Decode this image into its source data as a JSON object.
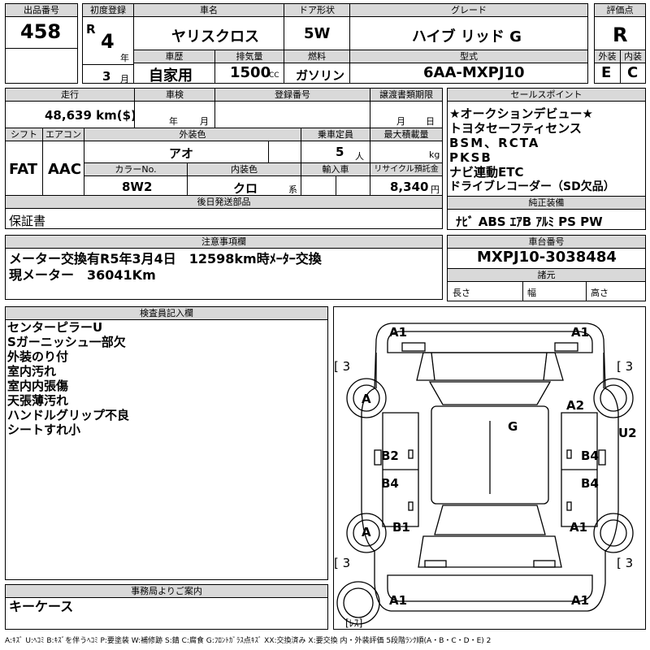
{
  "top": {
    "lot_label": "出品番号",
    "lot_no": "458",
    "first_reg_label": "初度登録",
    "era": "R",
    "reg_year": "4",
    "year_unit": "年",
    "reg_month": "3",
    "month_unit": "月",
    "name_label": "車名",
    "car_name": "ヤリスクロス",
    "door_label": "ドア形状",
    "door": "5W",
    "grade_label": "グレード",
    "grade": "ハイブ リッド G",
    "score_label": "評価点",
    "score": "R",
    "history_label": "車歴",
    "history": "自家用",
    "displacement_label": "排気量",
    "displacement": "1500",
    "cc": "CC",
    "fuel_label": "燃料",
    "fuel": "ガソリン",
    "model_label": "型式",
    "model": "6AA-MXPJ10",
    "ext_label": "外装",
    "ext_score": "E",
    "int_label": "内装",
    "int_score": "C"
  },
  "row2": {
    "mileage_label": "走行",
    "mileage": "48,639 km($)",
    "inspection_label": "車検",
    "insp_year": "年",
    "insp_month": "月",
    "plate_label": "登録番号",
    "transfer_label": "譲渡書類期限",
    "tr_month": "月",
    "tr_day": "日",
    "shift_label": "シフト",
    "shift": "FAT",
    "ac_label": "エアコン",
    "ac": "AAC",
    "color_label": "外装色",
    "color": "アオ",
    "seats_label": "乗車定員",
    "seats": "5",
    "seats_unit": "人",
    "load_label": "最大積載量",
    "load_unit": "kg",
    "colorno_label": "カラーNo.",
    "color_no": "8W2",
    "intcolor_label": "内装色",
    "int_color": "クロ",
    "int_unit": "系",
    "import_label": "輸入車",
    "recycle_label": "リサイクル預託金",
    "recycle": "8,340",
    "yen": "円",
    "later_label": "後日発送部品",
    "later": "保証書"
  },
  "sales": {
    "title": "セールスポイント",
    "lines": [
      "★オークションデビュー★",
      "トヨタセーフティセンス",
      "BSM、RCTA",
      "PKSB",
      "ナビ連動ETC",
      "ドライブレコーダー（SD欠品）"
    ],
    "equip_title": "純正装備",
    "equip": "ﾅﾋﾞ ABS ｴｱB ｱﾙﾐ PS PW"
  },
  "caution": {
    "title": "注意事項欄",
    "lines": [
      "メーター交換有R5年3月4日　12598km時ﾒｰﾀｰ交換",
      "現メーター　36041Km"
    ]
  },
  "chassis": {
    "title": "車台番号",
    "value": "MXPJ10-3038484",
    "dims_title": "諸元",
    "len": "長さ",
    "wid": "幅",
    "hgt": "高さ"
  },
  "inspector": {
    "title": "検査員記入欄",
    "lines": [
      "センターピラーU",
      "Sガーニッシュ一部欠",
      "外装のり付",
      "室内汚れ",
      "室内内張傷",
      "天張薄汚れ",
      "ハンドルグリップ不良",
      "シートすれ小"
    ]
  },
  "office": {
    "title": "事務局よりご案内",
    "text": "キーケース"
  },
  "diagram": {
    "marks": {
      "a1_tl": "A1",
      "a1_tr": "A1",
      "l3_1": "[ 3",
      "r3_1": "[ 3",
      "a_l1": "A",
      "a2": "A2",
      "g": "G",
      "u2": "U2",
      "b2": "B2",
      "b4_r1": "B4",
      "b4_l": "B4",
      "b4_r2": "B4",
      "a_l2": "A",
      "b1": "B1",
      "a1_r2": "A1",
      "l3_2": "[ 3",
      "r3_2": "[ 3",
      "a1_bl": "A1",
      "a1_br": "A1",
      "res": "[ﾚｽ]"
    }
  },
  "legend": "A:ｷｽﾞ U:ﾍｺﾐ B:ｷｽﾞを伴うﾍｺﾐ P:要塗装 W:補修跡 S:錆 C:腐食 G:ﾌﾛﾝﾄｶﾞﾗｽ点ｷｽﾞ XX:交換済み X:要交換 内・外装評価 5段階ﾗﾝｸ順(A・B・C・D・E) 2"
}
